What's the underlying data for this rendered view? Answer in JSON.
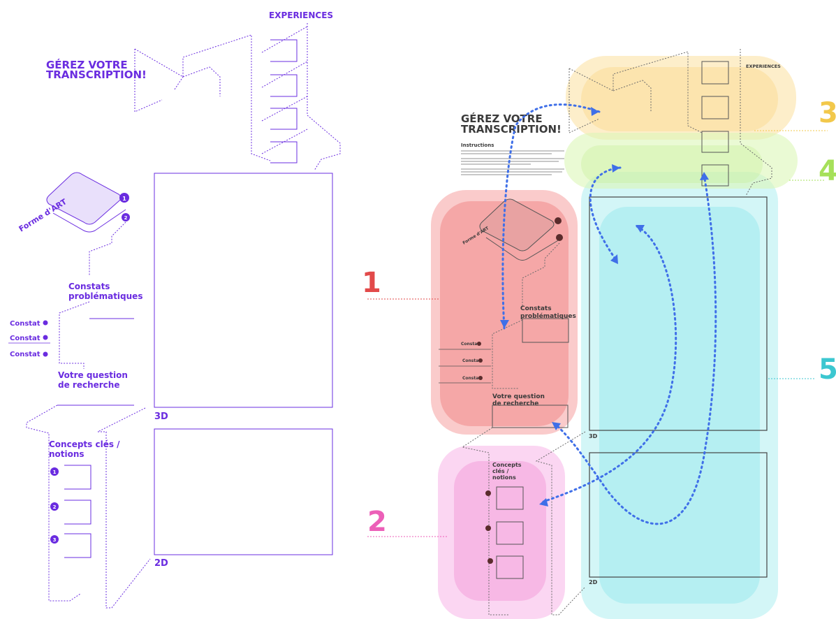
{
  "left": {
    "title_line1": "GÉREZ VOTRE",
    "title_line2": "TRANSCRIPTION!",
    "experiences": "EXPERIENCES",
    "forme_art": "Forme d'ART",
    "badge1": "1",
    "badge2": "2",
    "constats_line1": "Constats",
    "constats_line2": "problématiques",
    "constat_a": "Constat",
    "constat_b": "Constat",
    "constat_c": "Constat",
    "question_line1": "Votre question",
    "question_line2": "de recherche",
    "concepts_line1": "Concepts clés /",
    "concepts_line2": "notions",
    "concept_n1": "1",
    "concept_n2": "2",
    "concept_n3": "3",
    "label_3d": "3D",
    "label_2d": "2D"
  },
  "right": {
    "title_line1": "GÉREZ VOTRE",
    "title_line2": "TRANSCRIPTION!",
    "instructions": "Instructions",
    "experiences": "EXPERIENCES",
    "forme_art": "Forme d'ART",
    "constats_line1": "Constats",
    "constats_line2": "problématiques",
    "constat_a": "Constat",
    "constat_b": "Constat",
    "constat_c": "Constat",
    "question_line1": "Votre question",
    "question_line2": "de recherche",
    "concepts_line1": "Concepts",
    "concepts_line2": "clés /",
    "concepts_line3": "notions",
    "label_3d": "3D",
    "label_2d": "2D"
  },
  "zones": {
    "z1": "1",
    "z2": "2",
    "z3": "3",
    "z4": "4",
    "z5": "5"
  },
  "colors": {
    "purple": "#6a2ce0",
    "zone1": "#f08c8c",
    "zone2": "#f5a3dc",
    "zone3": "#fbe3a6",
    "zone4": "#dcf7b8",
    "zone5": "#aeeef0",
    "arrow": "#3f6fe8"
  }
}
